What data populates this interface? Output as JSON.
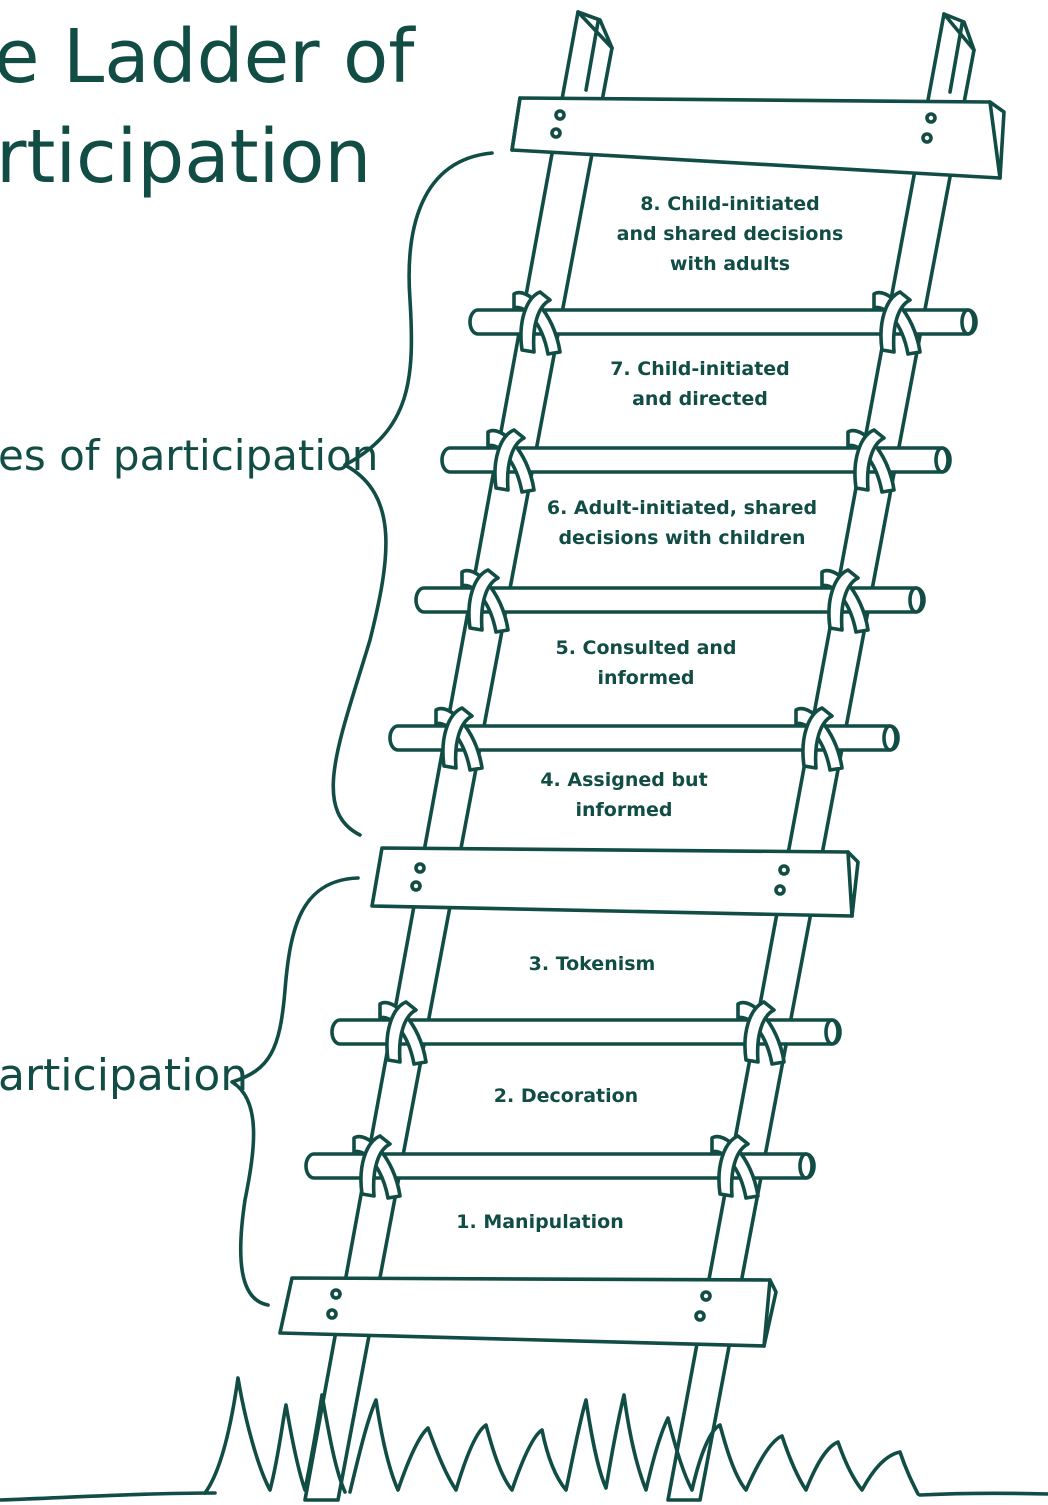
{
  "title": {
    "line1": "e Ladder of",
    "line2": "rticipation"
  },
  "brackets": {
    "upper": "es of participation",
    "lower": "articipation"
  },
  "rungs": [
    {
      "level": 8,
      "lines": [
        "8. Child-initiated",
        "and shared decisions",
        "with adults"
      ]
    },
    {
      "level": 7,
      "lines": [
        "7. Child-initiated",
        "and directed"
      ]
    },
    {
      "level": 6,
      "lines": [
        "6. Adult-initiated, shared",
        "decisions with children"
      ]
    },
    {
      "level": 5,
      "lines": [
        "5. Consulted and",
        "informed"
      ]
    },
    {
      "level": 4,
      "lines": [
        "4. Assigned but",
        "informed"
      ]
    },
    {
      "level": 3,
      "lines": [
        "3. Tokenism"
      ]
    },
    {
      "level": 2,
      "lines": [
        "2. Decoration"
      ]
    },
    {
      "level": 1,
      "lines": [
        "1. Manipulation"
      ]
    }
  ],
  "colors": {
    "ink": "#114d45",
    "background": "#ffffff"
  }
}
